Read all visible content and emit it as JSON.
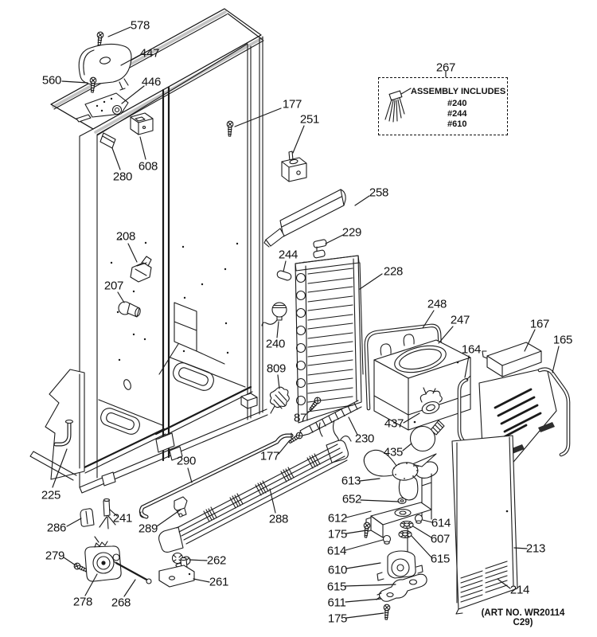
{
  "diagram": {
    "art_no": "(ART NO. WR20114 C29)",
    "assembly_box": {
      "callout": "267",
      "title": "ASSEMBLY INCLUDES",
      "items": [
        "#240",
        "#244",
        "#610"
      ]
    },
    "callouts": {
      "87": "87",
      "164": "164",
      "165": "165",
      "167": "167",
      "175": "175",
      "177": "177",
      "207": "207",
      "208": "208",
      "213": "213",
      "214": "214",
      "225": "225",
      "228": "228",
      "229": "229",
      "230": "230",
      "240": "240",
      "241": "241",
      "244": "244",
      "247": "247",
      "248": "248",
      "251": "251",
      "258": "258",
      "261": "261",
      "262": "262",
      "268": "268",
      "278": "278",
      "279": "279",
      "280": "280",
      "286": "286",
      "288": "288",
      "289": "289",
      "290": "290",
      "435": "435",
      "437": "437",
      "446": "446",
      "447": "447",
      "560": "560",
      "578": "578",
      "607": "607",
      "608": "608",
      "610": "610",
      "611": "611",
      "612": "612",
      "613": "613",
      "614": "614",
      "615": "615",
      "652": "652",
      "809": "809"
    }
  }
}
